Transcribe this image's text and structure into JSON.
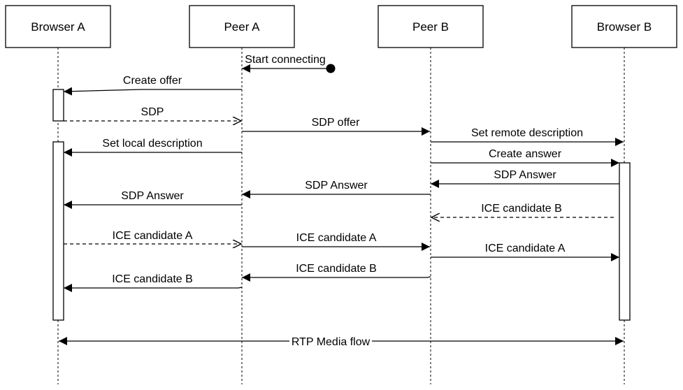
{
  "participants": [
    {
      "id": "browser-a",
      "label": "Browser A"
    },
    {
      "id": "peer-a",
      "label": "Peer A"
    },
    {
      "id": "peer-b",
      "label": "Peer B"
    },
    {
      "id": "browser-b",
      "label": "Browser B"
    }
  ],
  "messages": [
    {
      "id": "start-connecting",
      "label": "Start connecting",
      "from": "peer-a",
      "to": "peer-a",
      "style": "solid-start-dot"
    },
    {
      "id": "create-offer",
      "label": "Create offer",
      "from": "peer-a",
      "to": "browser-a",
      "style": "solid"
    },
    {
      "id": "sdp",
      "label": "SDP",
      "from": "browser-a",
      "to": "peer-a",
      "style": "dashed"
    },
    {
      "id": "sdp-offer",
      "label": "SDP offer",
      "from": "peer-a",
      "to": "peer-b",
      "style": "solid"
    },
    {
      "id": "set-local-description",
      "label": "Set local description",
      "from": "peer-a",
      "to": "browser-a",
      "style": "solid"
    },
    {
      "id": "set-remote-description",
      "label": "Set remote description",
      "from": "peer-b",
      "to": "browser-b",
      "style": "solid"
    },
    {
      "id": "create-answer",
      "label": "Create answer",
      "from": "peer-b",
      "to": "browser-b",
      "style": "solid"
    },
    {
      "id": "sdp-answer-b",
      "label": "SDP Answer",
      "from": "browser-b",
      "to": "peer-b",
      "style": "solid"
    },
    {
      "id": "sdp-answer-pb",
      "label": "SDP Answer",
      "from": "peer-b",
      "to": "peer-a",
      "style": "solid"
    },
    {
      "id": "sdp-answer-pa",
      "label": "SDP Answer",
      "from": "peer-a",
      "to": "browser-a",
      "style": "solid"
    },
    {
      "id": "ice-candidate-b-from-browser",
      "label": "ICE candidate B",
      "from": "browser-b",
      "to": "peer-b",
      "style": "dashed"
    },
    {
      "id": "ice-candidate-a-from-browser",
      "label": "ICE candidate A",
      "from": "browser-a",
      "to": "peer-a",
      "style": "dashed"
    },
    {
      "id": "ice-candidate-a-pa-pb",
      "label": "ICE candidate A",
      "from": "peer-a",
      "to": "peer-b",
      "style": "solid"
    },
    {
      "id": "ice-candidate-a-pb-bb",
      "label": "ICE candidate A",
      "from": "peer-b",
      "to": "browser-b",
      "style": "solid"
    },
    {
      "id": "ice-candidate-b-pb-pa",
      "label": "ICE candidate B",
      "from": "peer-b",
      "to": "peer-a",
      "style": "solid"
    },
    {
      "id": "ice-candidate-b-pa-ba",
      "label": "ICE candidate B",
      "from": "peer-a",
      "to": "browser-a",
      "style": "solid"
    },
    {
      "id": "rtp-media-flow",
      "label": "RTP Media flow",
      "from": "browser-a",
      "to": "browser-b",
      "style": "bidirectional"
    }
  ]
}
